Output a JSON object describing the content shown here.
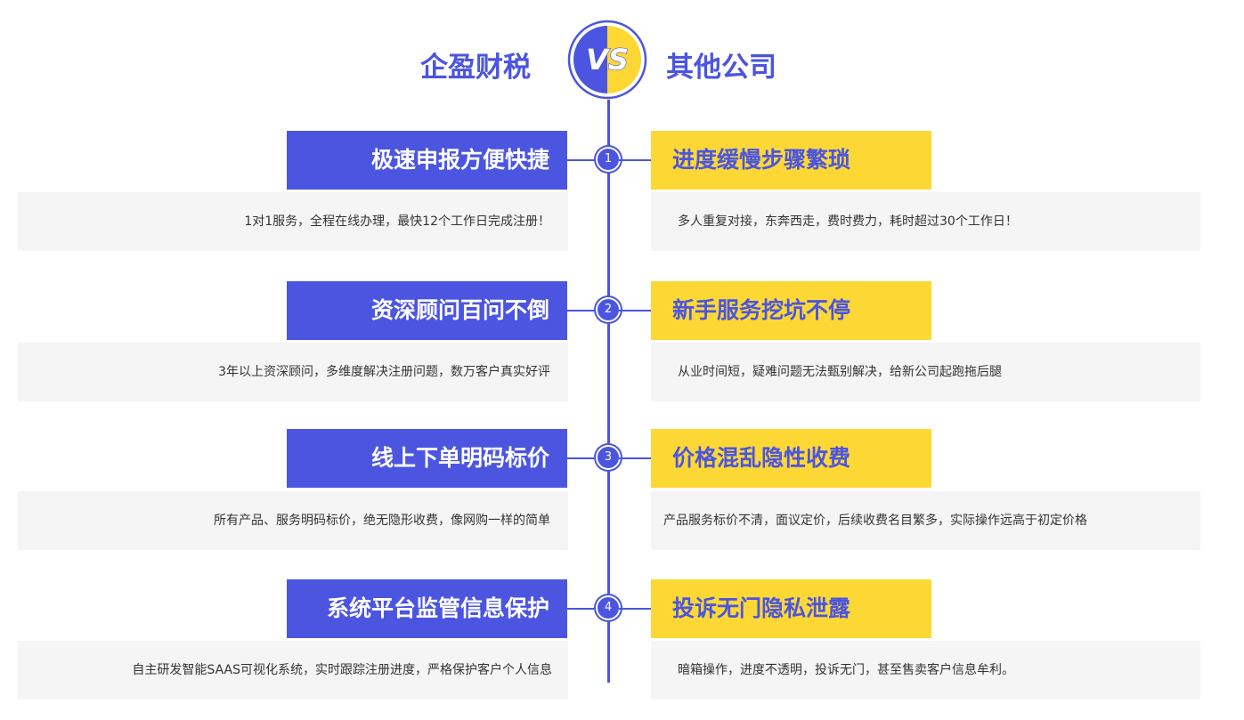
{
  "header": {
    "left_brand": "企盈财税",
    "vs_text": "VS",
    "right_brand": "其他公司",
    "colors": {
      "primary": "#4b55e0",
      "accent": "#fdd835"
    }
  },
  "rows": [
    {
      "num": "1",
      "left_title": "极速申报方便快捷",
      "left_desc": "1对1服务，全程在线办理，最快12个工作日完成注册！",
      "right_title": "进度缓慢步骤繁琐",
      "right_desc": "多人重复对接，东奔西走，费时费力，耗时超过30个工作日！"
    },
    {
      "num": "2",
      "left_title": "资深顾问百问不倒",
      "left_desc": "3年以上资深顾问，多维度解决注册问题，数万客户真实好评",
      "right_title": "新手服务挖坑不停",
      "right_desc": "从业时间短，疑难问题无法甄别解决，给新公司起跑拖后腿"
    },
    {
      "num": "3",
      "left_title": "线上下单明码标价",
      "left_desc": "所有产品、服务明码标价，绝无隐形收费，像网购一样的简单",
      "right_title": "价格混乱隐性收费",
      "right_desc": "产品服务标价不清，面议定价，后续收费名目繁多，实际操作远高于初定价格"
    },
    {
      "num": "4",
      "left_title": "系统平台监管信息保护",
      "left_desc": "自主研发智能SAAS可视化系统，实时跟踪注册进度，严格保护客户个人信息",
      "right_title": "投诉无门隐私泄露",
      "right_desc": "暗箱操作，进度不透明，投诉无门，甚至售卖客户信息牟利。"
    }
  ]
}
